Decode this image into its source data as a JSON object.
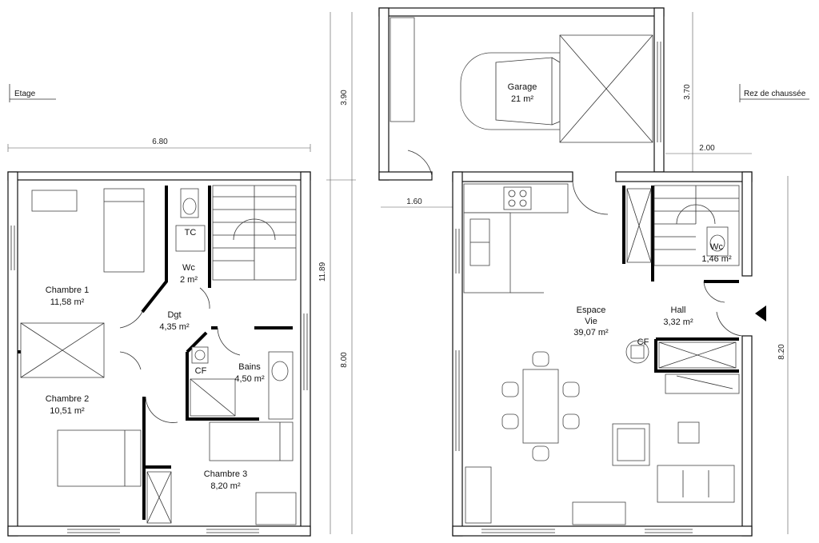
{
  "levels": {
    "upper": "Etage",
    "ground": "Rez de chaussée"
  },
  "dimensions": {
    "upper_width": "6.80",
    "upper_garage_height": "3.90",
    "upper_total_height": "11.89",
    "upper_main_height": "8.00",
    "garage_height": "3.70",
    "hall_offset": "2.00",
    "left_offset": "1.60",
    "ground_height": "8.20"
  },
  "rooms": {
    "chambre1": {
      "name": "Chambre 1",
      "area": "11,58 m²"
    },
    "chambre2": {
      "name": "Chambre 2",
      "area": "10,51 m²"
    },
    "chambre3": {
      "name": "Chambre 3",
      "area": "8,20 m²"
    },
    "wc_up": {
      "name": "Wc",
      "area": "2 m²"
    },
    "tc": {
      "name": "TC"
    },
    "dgt": {
      "name": "Dgt",
      "area": "4,35 m²"
    },
    "bains": {
      "name": "Bains",
      "area": "4,50 m²"
    },
    "cf_up": {
      "name": "CF"
    },
    "garage": {
      "name": "Garage",
      "area": "21 m²"
    },
    "espace": {
      "name1": "Espace",
      "name2": "Vie",
      "area": "39,07 m²"
    },
    "hall": {
      "name": "Hall",
      "area": "3,32 m²"
    },
    "wc_down": {
      "name": "Wc",
      "area": "1,46 m²"
    },
    "cf_down": {
      "name": "CF"
    }
  }
}
